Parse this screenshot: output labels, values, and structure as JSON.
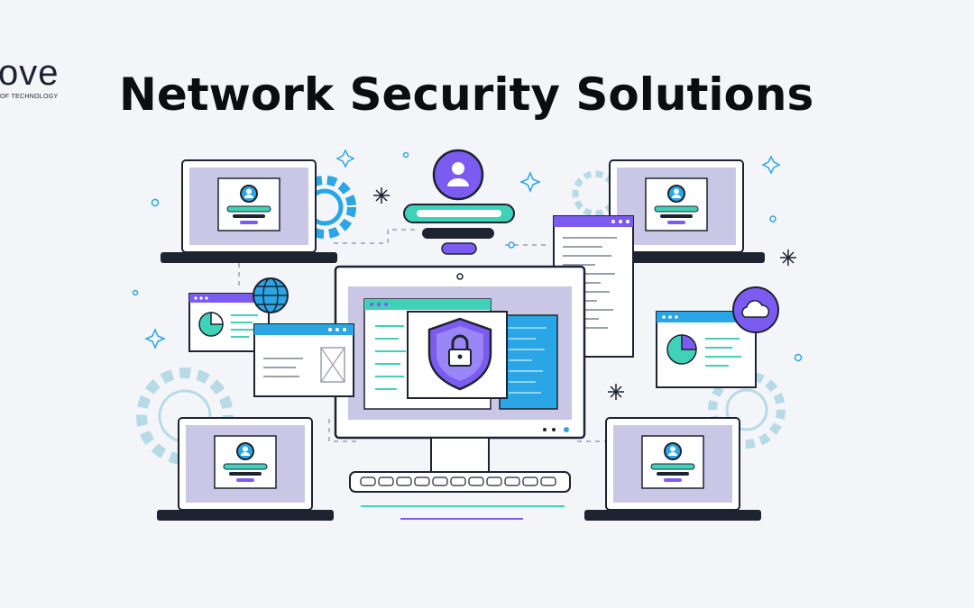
{
  "brand": {
    "mark": "ove",
    "tagline": "OF TECHNOLOGY"
  },
  "title": "Network Security Solutions",
  "colors": {
    "background": "#f4f5f8",
    "outline": "#1d2330",
    "purple": "#7c5cf0",
    "teal": "#3fd2b8",
    "blue": "#2aa6e6",
    "lavender": "#c9c6e6",
    "gear": "#b7dbe6"
  },
  "icons": [
    "shield-lock-icon",
    "user-icon",
    "globe-icon",
    "cloud-icon",
    "gear-icon",
    "pie-chart-icon",
    "sparkle-icon"
  ]
}
